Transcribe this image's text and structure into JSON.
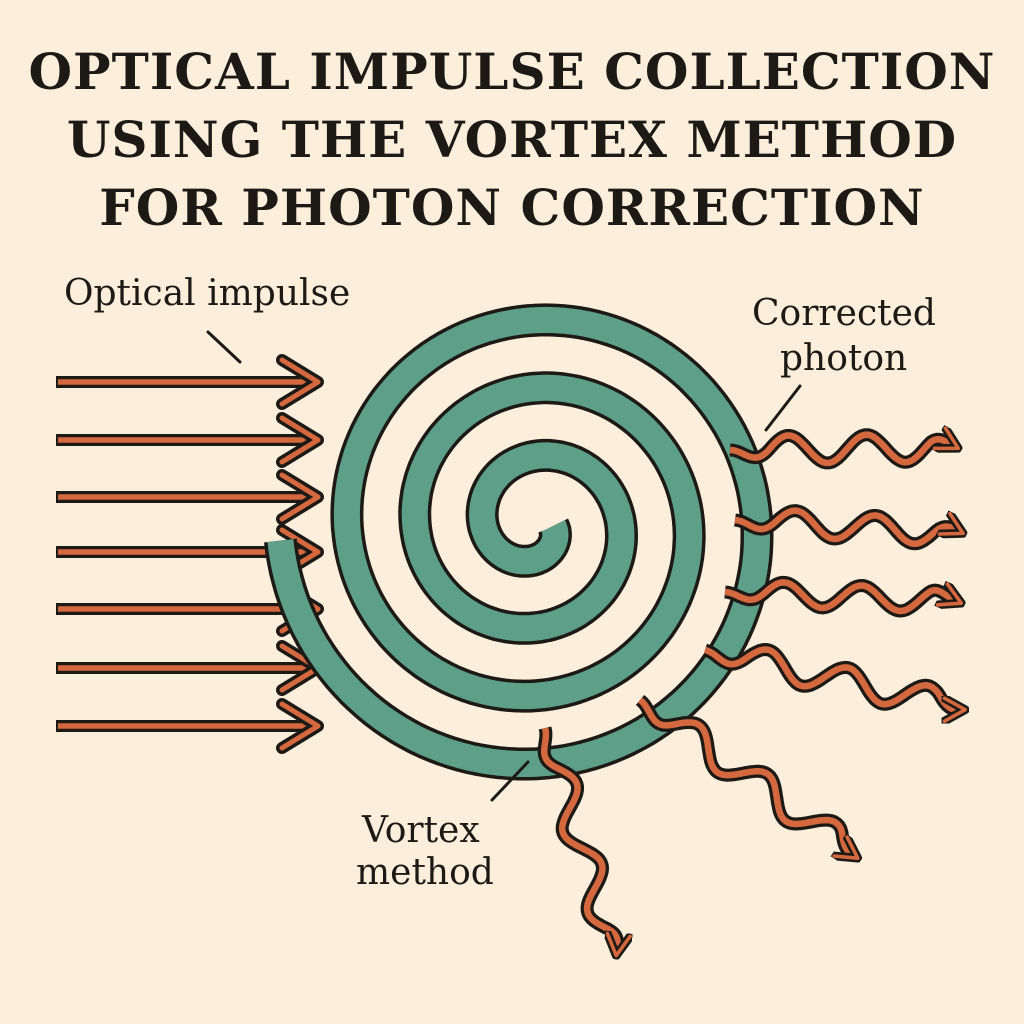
{
  "title": {
    "line1": "OPTICAL IMPULSE COLLECTION",
    "line2": "USING THE VORTEX METHOD",
    "line3": "FOR PHOTON CORRECTION"
  },
  "labels": {
    "optical_impulse": "Optical impulse",
    "corrected_line1": "Corrected",
    "corrected_line2": "photon",
    "vortex_line1": "Vortex",
    "vortex_line2": "method"
  },
  "colors": {
    "background": "#fbefdc",
    "arrow": "#d4683f",
    "vortex": "#5e9f8a",
    "outline": "#1d1a16"
  },
  "icons": {
    "incoming": "straight-arrow-icon",
    "vortex": "spiral-icon",
    "outgoing": "wavy-arrow-icon"
  }
}
